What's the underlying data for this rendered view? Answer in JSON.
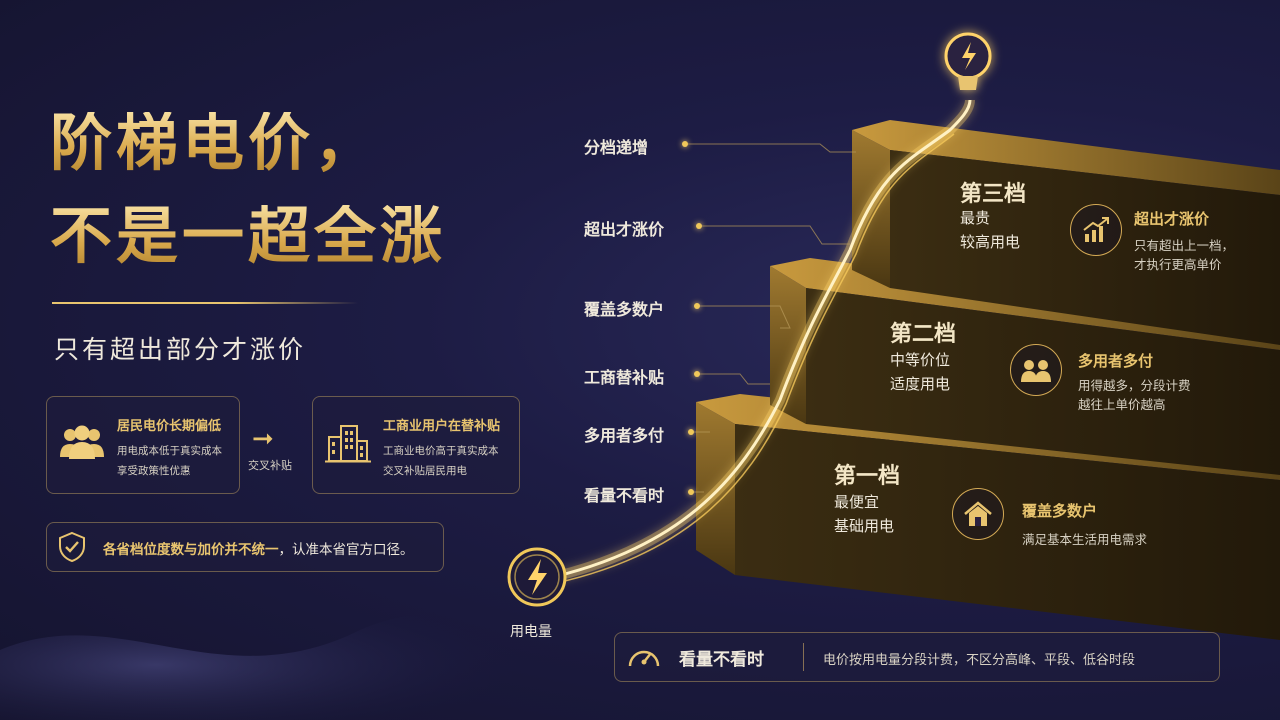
{
  "title": {
    "line1": "阶梯电价，",
    "line2": "不是一超全涨",
    "subtitle": "只有超出部分才涨价"
  },
  "cards": [
    {
      "title": "居民电价长期偏低",
      "desc1": "用电成本低于真实成本",
      "desc2": "享受政策性优惠",
      "icon": "people-icon"
    },
    {
      "title": "工商业用户在替补贴",
      "desc1": "工商业电价高于真实成本",
      "desc2": "交叉补贴居民用电",
      "icon": "building-icon"
    }
  ],
  "arrow_label": "交叉补贴",
  "notice": {
    "highlight": "各省档位度数与加价并不统一",
    "rest": "，认准本省官方口径。"
  },
  "left_labels": [
    "分档递增",
    "超出才涨价",
    "覆盖多数户",
    "工商替补贴",
    "多用者多付",
    "看量不看时"
  ],
  "meter_label": "用电量",
  "tiers": [
    {
      "title": "第三档",
      "line1": "最贵",
      "line2": "较高用电",
      "feature_title": "超出才涨价",
      "feature_desc1": "只有超出上一档，",
      "feature_desc2": "才执行更高单价",
      "icon": "chart-up-icon"
    },
    {
      "title": "第二档",
      "line1": "中等价位",
      "line2": "适度用电",
      "feature_title": "多用者多付",
      "feature_desc1": "用得越多，分段计费",
      "feature_desc2": "越往上单价越高",
      "icon": "people-icon"
    },
    {
      "title": "第一档",
      "line1": "最便宜",
      "line2": "基础用电",
      "feature_title": "覆盖多数户",
      "feature_desc1": "满足基本生活用电需求",
      "feature_desc2": "",
      "icon": "house-icon"
    }
  ],
  "bottom": {
    "title": "看量不看时",
    "desc": "电价按用电量分段计费，不区分高峰、平段、低谷时段",
    "icon": "gauge-icon"
  },
  "colors": {
    "gold": "#e8c46f",
    "background": "#1d1c44"
  }
}
